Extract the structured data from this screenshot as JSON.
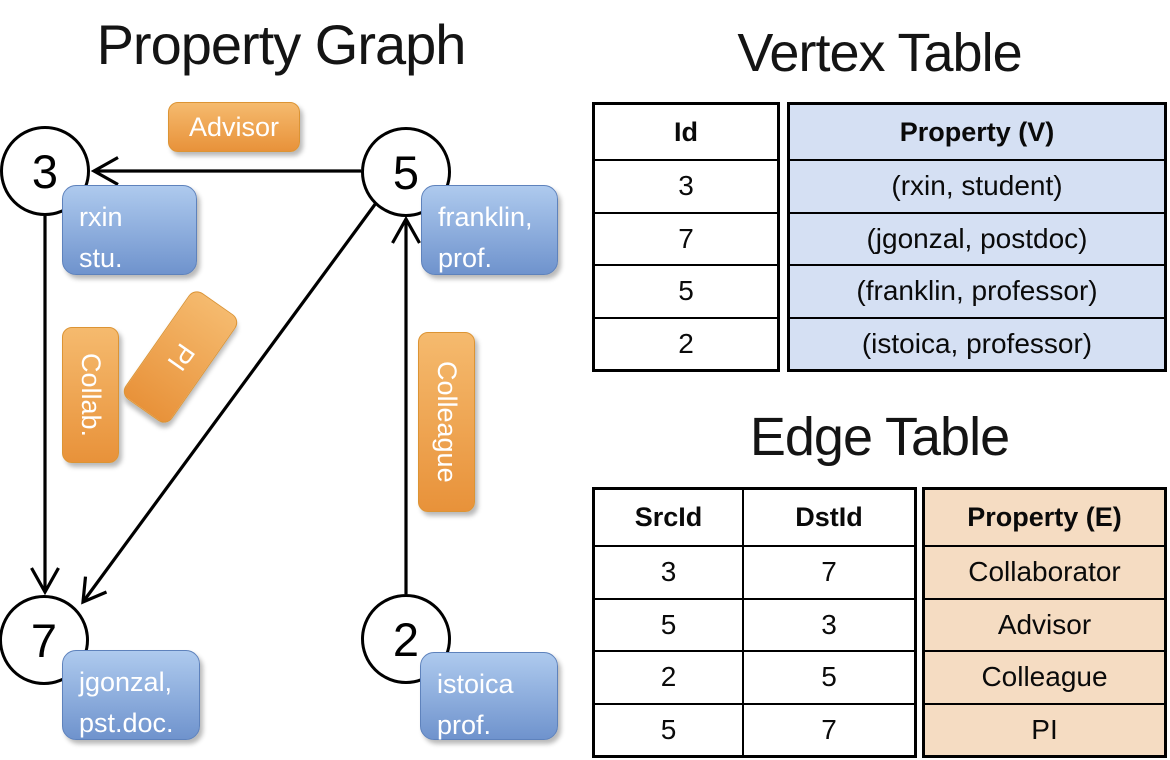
{
  "graph": {
    "title": "Property Graph",
    "vertices": {
      "v3": "3",
      "v5": "5",
      "v7": "7",
      "v2": "2"
    },
    "vertex_labels": {
      "rxin": {
        "line1": "rxin",
        "line2": "stu."
      },
      "franklin": {
        "line1": "franklin,",
        "line2": "prof."
      },
      "jgonzal": {
        "line1": "jgonzal,",
        "line2": "pst.doc."
      },
      "istoica": {
        "line1": "istoica",
        "line2": "prof."
      }
    },
    "edge_labels": {
      "advisor": "Advisor",
      "collab": "Collab.",
      "pi": "PI",
      "colleague": "Colleague"
    }
  },
  "vertex_table": {
    "title": "Vertex Table",
    "id_header": "Id",
    "property_header": "Property (V)",
    "rows": [
      {
        "id": "3",
        "property": "(rxin, student)"
      },
      {
        "id": "7",
        "property": "(jgonzal, postdoc)"
      },
      {
        "id": "5",
        "property": "(franklin, professor)"
      },
      {
        "id": "2",
        "property": "(istoica, professor)"
      }
    ]
  },
  "edge_table": {
    "title": "Edge Table",
    "src_header": "SrcId",
    "dst_header": "DstId",
    "property_header": "Property (E)",
    "rows": [
      {
        "src": "3",
        "dst": "7",
        "property": "Collaborator"
      },
      {
        "src": "5",
        "dst": "3",
        "property": "Advisor"
      },
      {
        "src": "2",
        "dst": "5",
        "property": "Colleague"
      },
      {
        "src": "5",
        "dst": "7",
        "property": "PI"
      }
    ]
  },
  "colors": {
    "vertex_property_fill": "#D5E0F3",
    "edge_property_fill": "#F5DCC2",
    "orange_label_light": "#F5BA6E",
    "orange_label_dark": "#E8923A",
    "blue_label_light": "#AECAEE",
    "blue_label_dark": "#6F93CD"
  }
}
